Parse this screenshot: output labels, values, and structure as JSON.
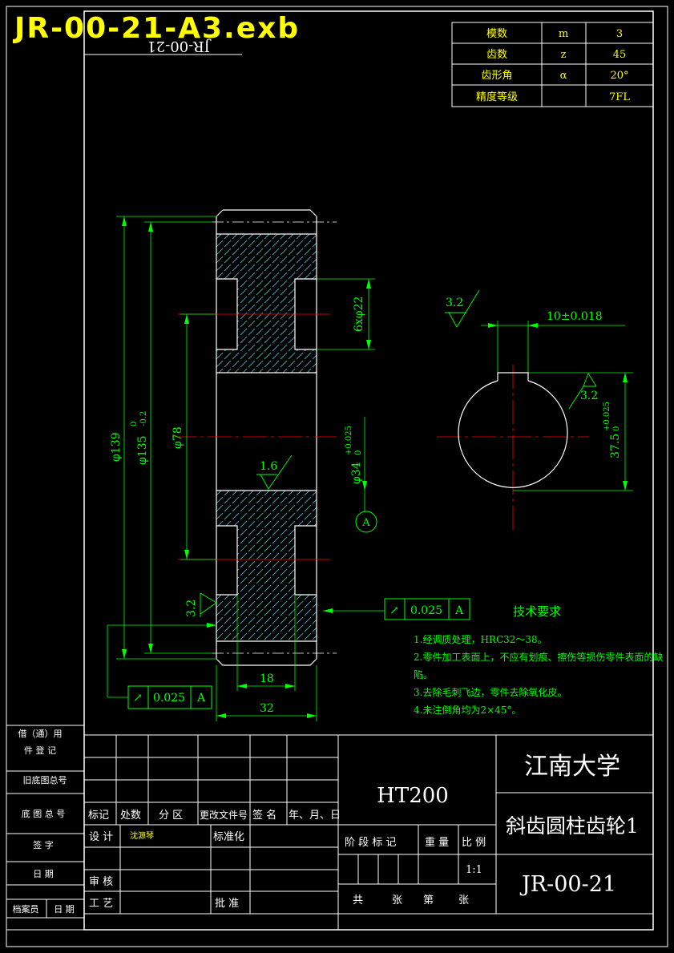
{
  "file_title": "JR-00-21-A3.exb",
  "mirrored_code": "JR-00-21",
  "params": [
    {
      "name": "模数",
      "symbol": "m",
      "value": "3"
    },
    {
      "name": "齿数",
      "symbol": "z",
      "value": "45"
    },
    {
      "name": "齿形角",
      "symbol": "α",
      "value": "20°"
    },
    {
      "name": "精度等级",
      "symbol": "",
      "value": "7FL"
    }
  ],
  "dims": {
    "d139": "φ139",
    "d135": "φ135",
    "d135_tol_up": "0",
    "d135_tol_low": "-0.2",
    "d78": "φ78",
    "holes": "6xφ22",
    "bore": "φ34",
    "bore_tol_up": "+0.025",
    "bore_tol_low": "0",
    "w18": "18",
    "w32": "32",
    "key_width": "10±0.018",
    "key_depth": "37.5",
    "key_tol_up": "+0.025",
    "key_tol_low": "0"
  },
  "roughness": {
    "r1": "1.6",
    "r2": "3.2",
    "r3": "3.2",
    "r4": "3.2"
  },
  "datum": "A",
  "gtol": [
    {
      "symbol": "↗",
      "value": "0.025",
      "datum": "A"
    },
    {
      "symbol": "↗",
      "value": "0.025",
      "datum": "A"
    }
  ],
  "tech": {
    "title": "技术要求",
    "items": [
      "1.经调质处理，HRC32～38。",
      "2.零件加工表面上，不应有划痕、擦伤等损伤零件表面的缺",
      "陷。",
      "3.去除毛刺飞边，零件去除氧化皮。",
      "4.未注倒角均为2×45°。"
    ]
  },
  "titleblock": {
    "side": [
      "借（通）用",
      "件 登 记",
      "旧底图总号",
      "底 图 总 号",
      "签   字",
      "日   期",
      "档案员",
      "日 期"
    ],
    "hdr": [
      "标记",
      "处数",
      "分 区",
      "更改文件号",
      "签 名",
      "年、月、日"
    ],
    "r_design": "设 计",
    "designer": "沈源琴",
    "r_std": "标准化",
    "r_review": "审 核",
    "r_craft": "工 艺",
    "r_approve": "批 准",
    "material": "HT200",
    "stage": "阶 段 标 记",
    "weight": "重 量",
    "ratio_label": "比 例",
    "ratio": "1:1",
    "sheets": [
      "共",
      "张",
      "第",
      "张"
    ],
    "org": "江南大学",
    "part": "斜齿圆柱齿轮1",
    "code": "JR-00-21"
  },
  "colors": {
    "frame": "#ffffff",
    "outline": "#ffffff",
    "dim": "#00ff00",
    "center": "#ff0000",
    "hatch": "#00ffff",
    "param": "#ffff00"
  }
}
